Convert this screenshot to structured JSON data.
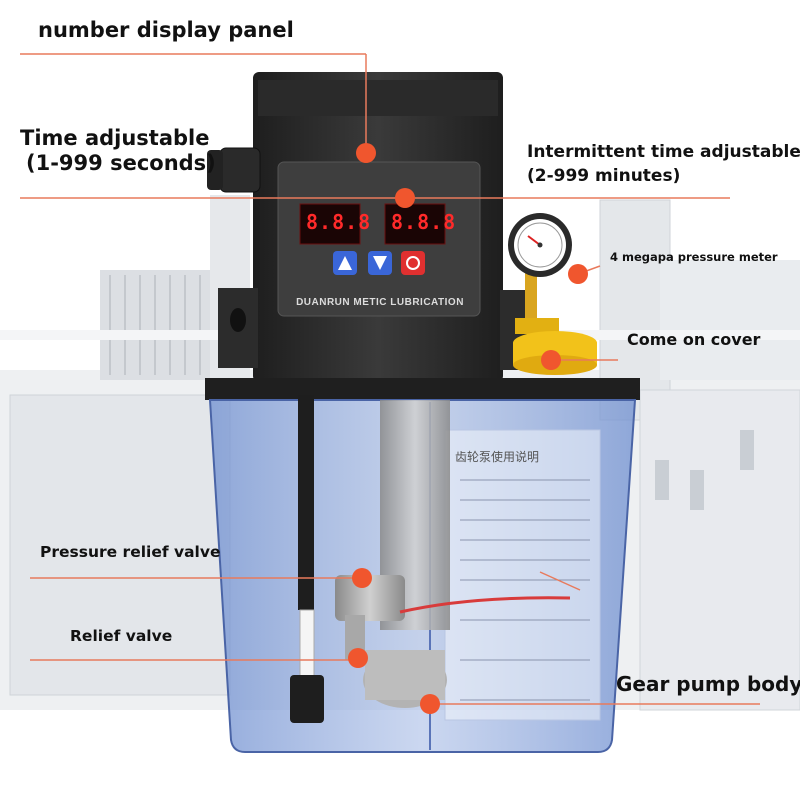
{
  "labels": {
    "number_display_panel": "number display panel",
    "time_adjustable_line1": "Time adjustable",
    "time_adjustable_line2": "(1-999 seconds)",
    "intermittent_line1": "Intermittent time adjustable",
    "intermittent_line2": "(2-999 minutes)",
    "pressure_meter": "4 megapa pressure meter",
    "come_on_cover": "Come on cover",
    "pressure_relief_valve": "Pressure relief valve",
    "relief_valve": "Relief valve",
    "gear_pump_body": "Gear pump body"
  },
  "device": {
    "brand_text": "DUANRUN METIC LUBRICATION",
    "display_left": "8.8.8",
    "display_right": "8.8.8",
    "tank_label_title": "齿轮泵使用说明"
  },
  "colors": {
    "marker": "#f0562e",
    "leader_line": "#e87a5c",
    "housing": "#2b2b2b",
    "tank": "#8fa8dc",
    "display_digits": "#ff2a2a",
    "button_up": "#3a66d8",
    "button_down": "#3a66d8",
    "button_reset": "#e03030",
    "cap": "#f2c21a"
  },
  "icons": [
    "up-arrow-icon",
    "down-arrow-icon",
    "reset-icon",
    "pressure-gauge-icon"
  ]
}
